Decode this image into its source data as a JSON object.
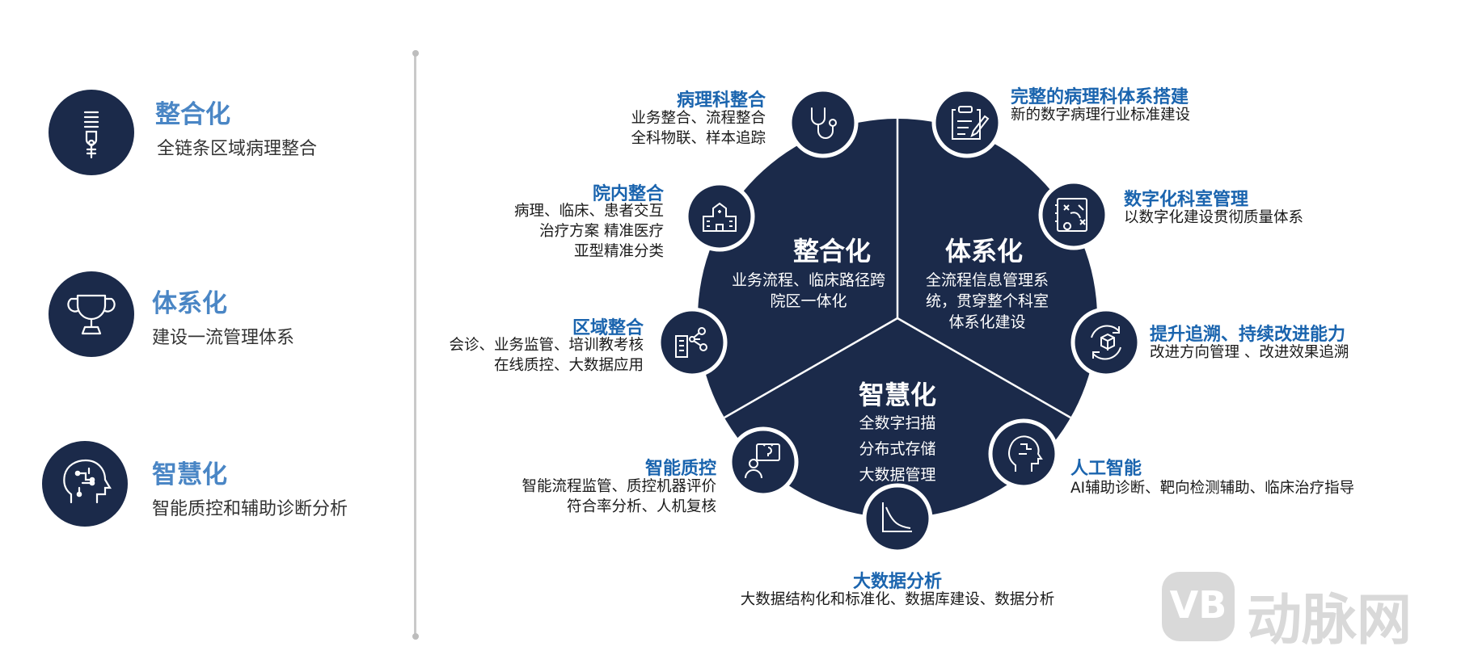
{
  "left_panel": [
    {
      "title": "整合化",
      "subtitle": "全链条区域病理整合",
      "icon": "zipper-icon"
    },
    {
      "title": "体系化",
      "subtitle": "建设一流管理体系",
      "icon": "trophy-icon"
    },
    {
      "title": "智慧化",
      "subtitle": "智能质控和辅助诊断分析",
      "icon": "ai-head-icon"
    }
  ],
  "center": {
    "sectors": [
      {
        "title": "整合化",
        "lines": [
          "业务流程、临床路径跨",
          "院区一体化"
        ]
      },
      {
        "title": "体系化",
        "lines": [
          "全流程信息管理系",
          "统，贯穿整个科室",
          "体系化建设"
        ]
      },
      {
        "title": "智慧化",
        "lines": [
          "全数字扫描",
          "分布式存储",
          "大数据管理"
        ]
      }
    ]
  },
  "nodes": [
    {
      "title": "病理科整合",
      "lines": [
        "业务整合、流程整合",
        "全科物联、样本追踪"
      ],
      "icon": "stethoscope-icon"
    },
    {
      "title": "院内整合",
      "lines": [
        "病理、临床、患者交互",
        "治疗方案 精准医疗",
        "亚型精准分类"
      ],
      "icon": "hospital-icon"
    },
    {
      "title": "区域整合",
      "lines": [
        "会诊、业务监管、培训教考核",
        "在线质控、大数据应用"
      ],
      "icon": "network-building-icon"
    },
    {
      "title": "智能质控",
      "lines": [
        "智能流程监管、质控机器评价",
        "符合率分析、人机复核"
      ],
      "icon": "idea-person-icon"
    },
    {
      "title": "大数据分析",
      "lines": [
        "大数据结构化和标准化、数据库建设、数据分析"
      ],
      "icon": "line-chart-icon"
    },
    {
      "title": "人工智能",
      "lines": [
        "AI辅助诊断、靶向检测辅助、临床治疗指导"
      ],
      "icon": "brain-head-icon"
    },
    {
      "title": "提升追溯、持续改进能力",
      "lines": [
        "改进方向管理 、改进效果追溯"
      ],
      "icon": "cycle-box-icon"
    },
    {
      "title": "数字化科室管理",
      "lines": [
        "以数字化建设贯彻质量体系"
      ],
      "icon": "strategy-board-icon"
    },
    {
      "title": "完整的病理科体系搭建",
      "lines": [
        "新的数字病理行业标准建设"
      ],
      "icon": "clipboard-icon"
    }
  ],
  "watermark": {
    "text": "动脉网",
    "logo": "VB"
  },
  "colors": {
    "navy": "#1b2a4a",
    "title_blue": "#1a64ae",
    "left_title_blue": "#4a86c5",
    "watermark": "#d9d9d9"
  }
}
